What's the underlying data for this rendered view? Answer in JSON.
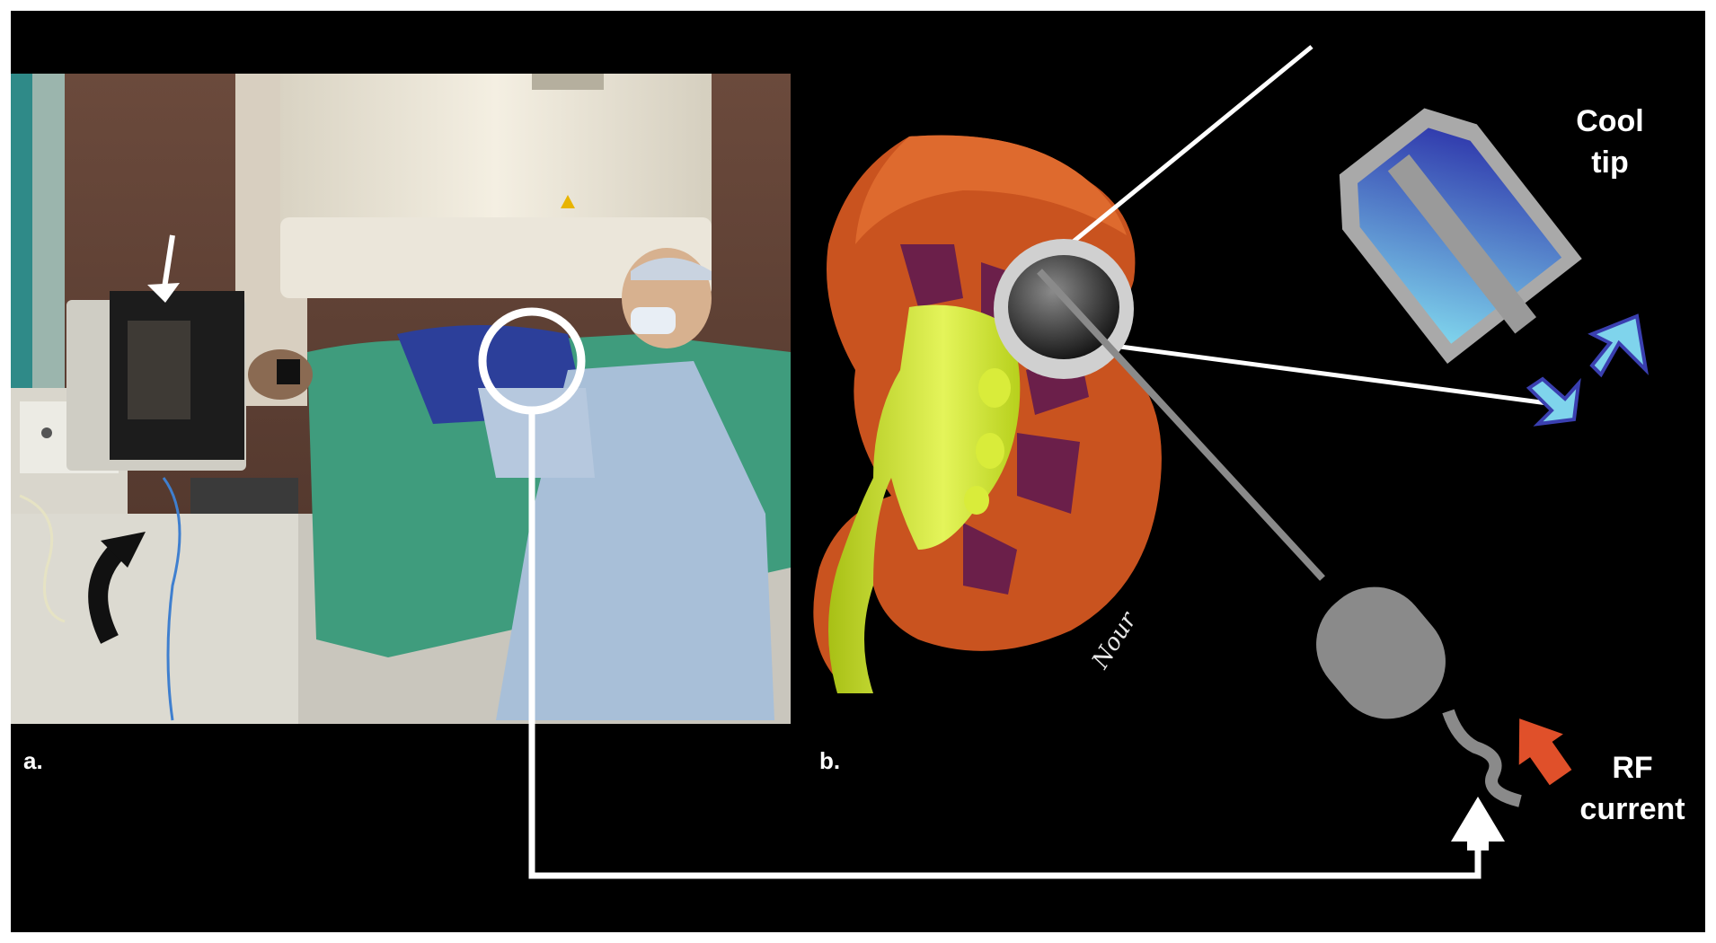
{
  "panels": {
    "a": {
      "label": "a."
    },
    "b": {
      "label": "b."
    }
  },
  "callouts": {
    "cool_tip": [
      "Cool",
      "tip"
    ],
    "rf_current": [
      "RF",
      "current"
    ]
  },
  "artist_signature": "Nour",
  "colors": {
    "background": "#000000",
    "kidney_cortex": "#c9531f",
    "kidney_medulla": "#6b1f4a",
    "renal_pelvis": "#c8e21e",
    "probe_gray": "#8a8a8a",
    "cool_tip_gradient_start": "#2a2ea8",
    "cool_tip_gradient_end": "#7fd4ec",
    "rf_arrow": "#e0502a",
    "connector": "#ffffff"
  }
}
